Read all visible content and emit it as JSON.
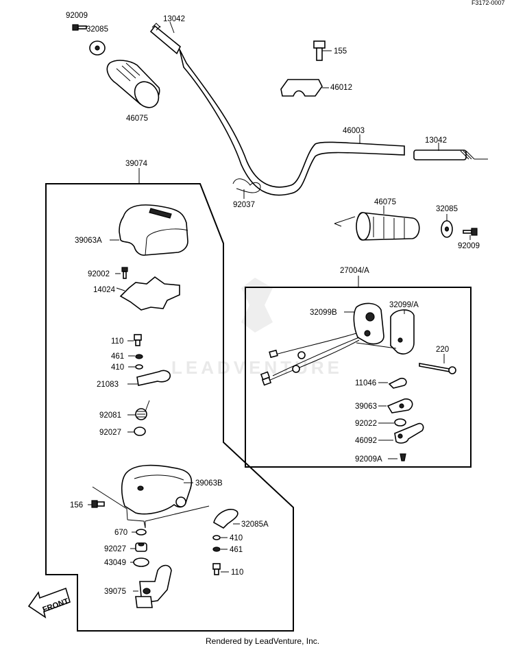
{
  "ref_code": "F3172-0007",
  "footer": "Rendered by LeadVenture, Inc.",
  "watermark": "LEADVENTURE",
  "front_label": "FRONT",
  "labels": {
    "p92009_tl": "92009",
    "p32085_tl": "32085",
    "p46075_tl": "46075",
    "p13042_top": "13042",
    "p155": "155",
    "p46012": "46012",
    "p46003": "46003",
    "p13042_right": "13042",
    "p92037": "92037",
    "p46075_right": "46075",
    "p32085_right": "32085",
    "p92009_right": "92009",
    "p39074": "39074",
    "p39063A": "39063A",
    "p92002": "92002",
    "p14024": "14024",
    "p110_a": "110",
    "p461_a": "461",
    "p410_a": "410",
    "p21083": "21083",
    "p92081": "92081",
    "p92027_a": "92027",
    "p39063B": "39063B",
    "p156": "156",
    "p670": "670",
    "p92027_b": "92027",
    "p43049": "43049",
    "p39075": "39075",
    "p32085A": "32085A",
    "p410_b": "410",
    "p461_b": "461",
    "p110_b": "110",
    "p27004A": "27004/A",
    "p32099B": "32099B",
    "p32099A": "32099/A",
    "p220": "220",
    "p11046": "11046",
    "p39063": "39063",
    "p92022": "92022",
    "p46092": "46092",
    "p92009A": "92009A"
  }
}
